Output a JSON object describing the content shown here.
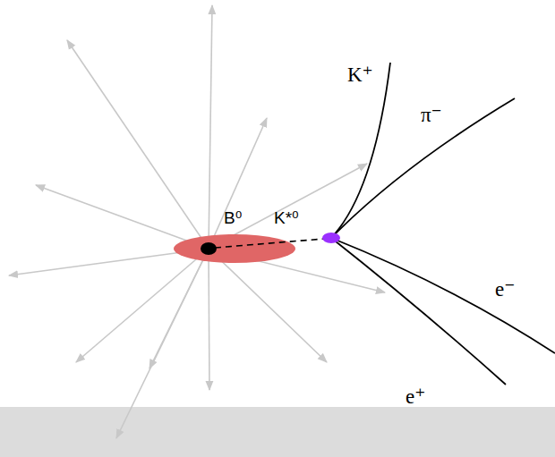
{
  "diagram": {
    "labels": [
      "K⁺",
      "π⁻",
      "B⁰",
      "K*⁰",
      "e⁻",
      "e⁺"
    ]
  }
}
